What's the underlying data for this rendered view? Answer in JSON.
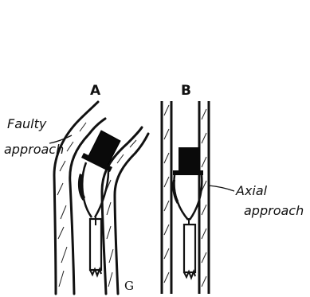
{
  "panels": [
    {
      "letter": "A",
      "annotation_line1": "Faulty",
      "annotation_line2": "approach"
    },
    {
      "letter": "B",
      "annotation_line1": "Axial",
      "annotation_line2": "approach"
    }
  ],
  "signature": "G"
}
